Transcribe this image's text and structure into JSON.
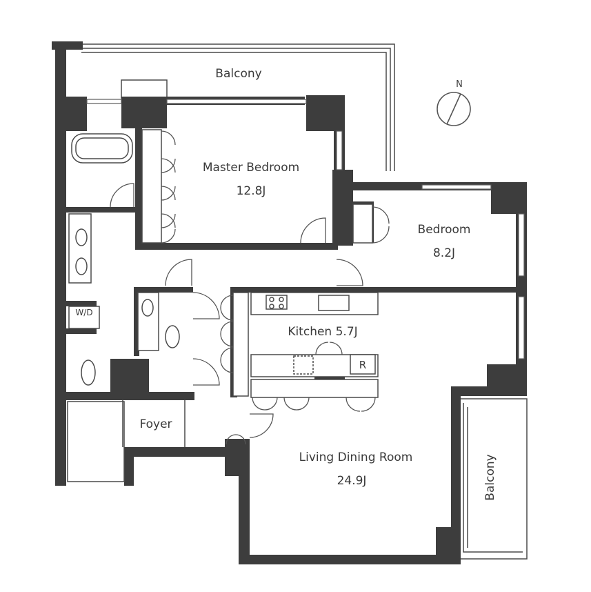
{
  "rooms": {
    "balcony_top": "Balcony",
    "master_bedroom": "Master Bedroom",
    "master_bedroom_size": "12.8J",
    "bedroom": "Bedroom",
    "bedroom_size": "8.2J",
    "kitchen": "Kitchen 5.7J",
    "fridge_mark": "R",
    "washer_dryer": "W/D",
    "foyer": "Foyer",
    "living_dining": "Living Dining Room",
    "living_dining_size": "24.9J",
    "balcony_right": "Balcony"
  },
  "compass": {
    "north": "N"
  }
}
